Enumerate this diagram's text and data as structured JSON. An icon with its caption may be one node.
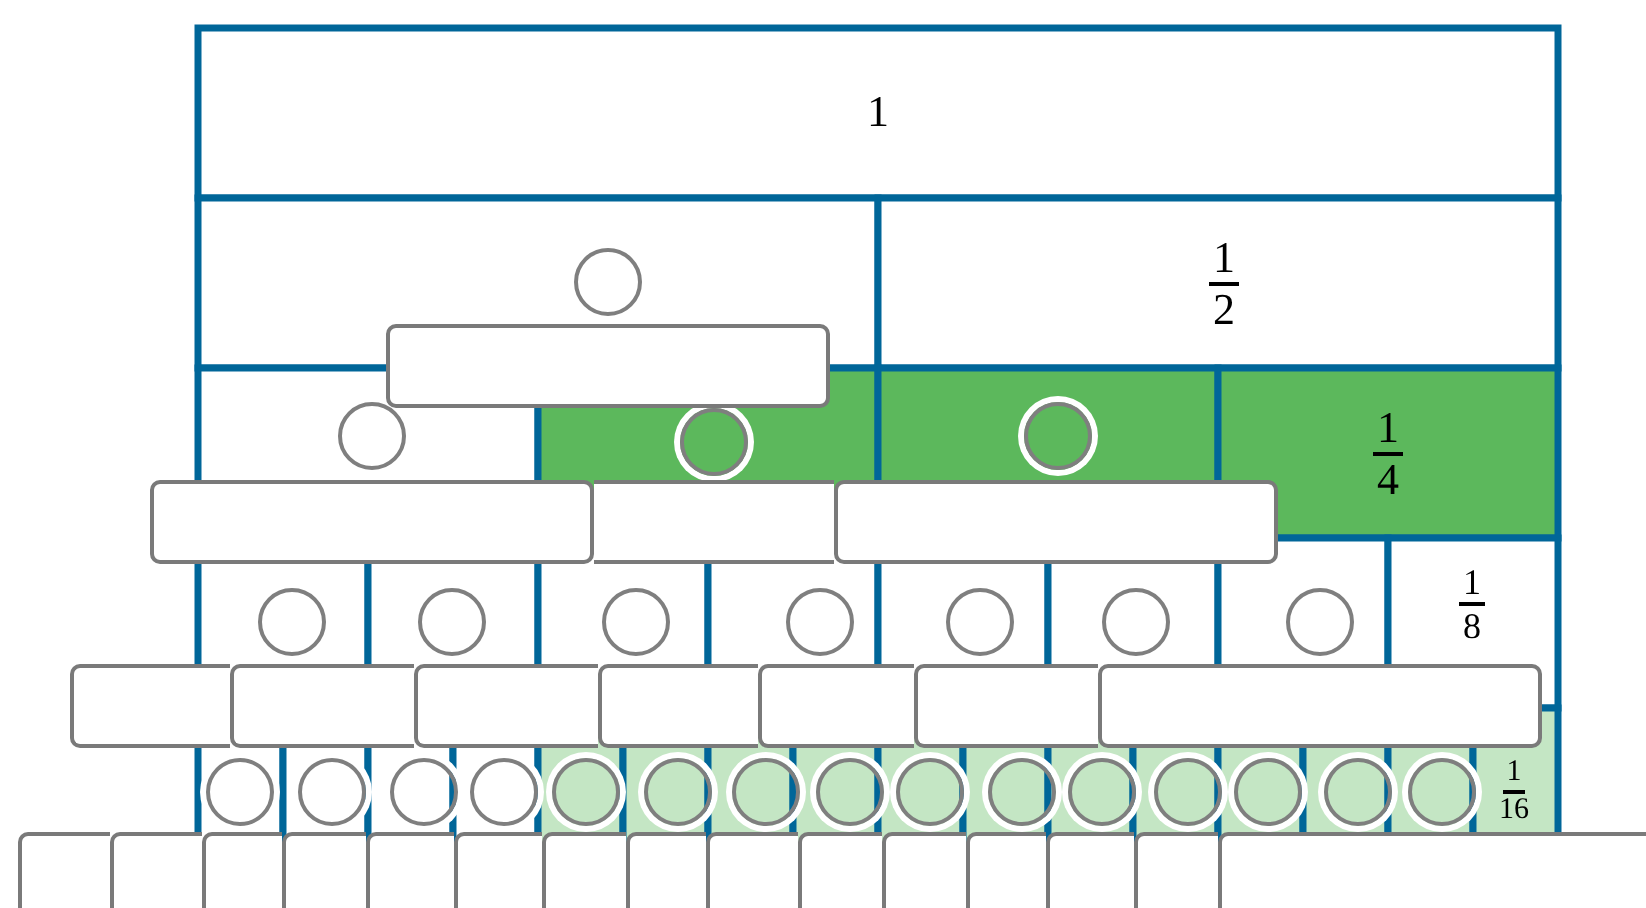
{
  "diagram": {
    "nodes": [
      {
        "text": [
          "1"
        ]
      },
      {
        "text": [
          "1",
          "2"
        ]
      },
      {
        "text": [
          "1",
          "4"
        ]
      },
      {
        "text": [
          "1",
          "8"
        ]
      },
      {
        "text": [
          "1",
          "16"
        ]
      },
      {
        "text": [],
        "shape": "circle"
      },
      {
        "text": [],
        "shape": "circle"
      },
      {
        "text": [],
        "shape": "circle"
      },
      {
        "text": [],
        "shape": "circle"
      },
      {
        "text": [],
        "shape": "circle"
      },
      {
        "text": [],
        "shape": "circle"
      },
      {
        "text": [],
        "shape": "circle"
      },
      {
        "text": [],
        "shape": "circle"
      },
      {
        "text": [],
        "shape": "circle"
      },
      {
        "text": [],
        "shape": "circle"
      },
      {
        "text": [],
        "shape": "circle"
      },
      {
        "text": [],
        "shape": "circle"
      },
      {
        "text": [],
        "shape": "circle"
      },
      {
        "text": [],
        "shape": "circle"
      },
      {
        "text": [],
        "shape": "circle"
      },
      {
        "text": [],
        "shape": "circle"
      },
      {
        "text": [],
        "shape": "circle"
      },
      {
        "text": [],
        "shape": "circle"
      },
      {
        "text": [],
        "shape": "circle"
      },
      {
        "text": [],
        "shape": "circle"
      },
      {
        "text": [],
        "shape": "circle"
      },
      {
        "text": [],
        "shape": "circle"
      },
      {
        "text": [],
        "shape": "circle"
      },
      {
        "text": [],
        "shape": "circle"
      },
      {
        "text": [],
        "shape": "circle"
      },
      {
        "text": [],
        "shape": "circle"
      },
      {
        "text": [],
        "shape": "box"
      },
      {
        "text": [],
        "shape": "box"
      },
      {
        "text": [],
        "shape": "box"
      },
      {
        "text": [],
        "shape": "box"
      },
      {
        "text": [],
        "shape": "box"
      },
      {
        "text": [],
        "shape": "box"
      },
      {
        "text": [],
        "shape": "box"
      },
      {
        "text": [],
        "shape": "box"
      },
      {
        "text": [],
        "shape": "box"
      },
      {
        "text": [],
        "shape": "box"
      },
      {
        "text": [],
        "shape": "box"
      },
      {
        "text": [],
        "shape": "box"
      },
      {
        "text": [],
        "shape": "box"
      },
      {
        "text": [],
        "shape": "box"
      },
      {
        "text": [],
        "shape": "box"
      },
      {
        "text": [],
        "shape": "box"
      },
      {
        "text": [],
        "shape": "box"
      },
      {
        "text": [],
        "shape": "box"
      },
      {
        "text": [],
        "shape": "box"
      },
      {
        "text": [],
        "shape": "box"
      },
      {
        "text": [],
        "shape": "box"
      },
      {
        "text": [],
        "shape": "box"
      },
      {
        "text": [],
        "shape": "box"
      },
      {
        "text": [],
        "shape": "box"
      },
      {
        "text": [],
        "shape": "box"
      },
      {
        "text": [],
        "shape": "box"
      }
    ]
  }
}
